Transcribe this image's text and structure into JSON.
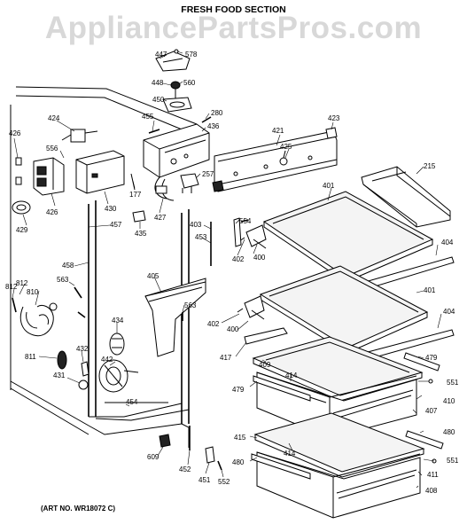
{
  "watermark": "AppliancePartsPros.com",
  "section_title": "FRESH FOOD SECTION",
  "art_number": "(ART NO. WR18072 C)",
  "part_labels": [
    {
      "id": "p447",
      "text": "447"
    },
    {
      "id": "p578",
      "text": "578"
    },
    {
      "id": "p448",
      "text": "448"
    },
    {
      "id": "p560",
      "text": "560"
    },
    {
      "id": "p450",
      "text": "450"
    },
    {
      "id": "p280",
      "text": "280"
    },
    {
      "id": "p424",
      "text": "424"
    },
    {
      "id": "p455",
      "text": "455"
    },
    {
      "id": "p436",
      "text": "436"
    },
    {
      "id": "p421",
      "text": "421"
    },
    {
      "id": "p423",
      "text": "423"
    },
    {
      "id": "p426a",
      "text": "426"
    },
    {
      "id": "p556",
      "text": "556"
    },
    {
      "id": "p425",
      "text": "425"
    },
    {
      "id": "p215",
      "text": "215"
    },
    {
      "id": "p257",
      "text": "257"
    },
    {
      "id": "p177",
      "text": "177"
    },
    {
      "id": "p426b",
      "text": "426"
    },
    {
      "id": "p430",
      "text": "430"
    },
    {
      "id": "p427",
      "text": "427"
    },
    {
      "id": "p401a",
      "text": "401"
    },
    {
      "id": "p429",
      "text": "429"
    },
    {
      "id": "p457",
      "text": "457"
    },
    {
      "id": "p435",
      "text": "435"
    },
    {
      "id": "p403",
      "text": "403"
    },
    {
      "id": "p554",
      "text": "554"
    },
    {
      "id": "p453",
      "text": "453"
    },
    {
      "id": "p404a",
      "text": "404"
    },
    {
      "id": "p402a",
      "text": "402"
    },
    {
      "id": "p400a",
      "text": "400"
    },
    {
      "id": "p458",
      "text": "458"
    },
    {
      "id": "p405",
      "text": "405"
    },
    {
      "id": "p812a",
      "text": "812"
    },
    {
      "id": "p563a",
      "text": "563"
    },
    {
      "id": "p812b",
      "text": "812"
    },
    {
      "id": "p810",
      "text": "810"
    },
    {
      "id": "p401b",
      "text": "401"
    },
    {
      "id": "p563b",
      "text": "563"
    },
    {
      "id": "p404b",
      "text": "404"
    },
    {
      "id": "p434",
      "text": "434"
    },
    {
      "id": "p402b",
      "text": "402"
    },
    {
      "id": "p400b",
      "text": "400"
    },
    {
      "id": "p811",
      "text": "811"
    },
    {
      "id": "p432",
      "text": "432"
    },
    {
      "id": "p417",
      "text": "417"
    },
    {
      "id": "p409",
      "text": "409"
    },
    {
      "id": "p479a",
      "text": "479"
    },
    {
      "id": "p442",
      "text": "442"
    },
    {
      "id": "p414a",
      "text": "414"
    },
    {
      "id": "p431",
      "text": "431"
    },
    {
      "id": "p479b",
      "text": "479"
    },
    {
      "id": "p551a",
      "text": "551"
    },
    {
      "id": "p410",
      "text": "410"
    },
    {
      "id": "p454",
      "text": "454"
    },
    {
      "id": "p407",
      "text": "407"
    },
    {
      "id": "p415",
      "text": "415"
    },
    {
      "id": "p480a",
      "text": "480"
    },
    {
      "id": "p414b",
      "text": "414"
    },
    {
      "id": "p609",
      "text": "609"
    },
    {
      "id": "p452",
      "text": "452"
    },
    {
      "id": "p480b",
      "text": "480"
    },
    {
      "id": "p551b",
      "text": "551"
    },
    {
      "id": "p451",
      "text": "451"
    },
    {
      "id": "p552",
      "text": "552"
    },
    {
      "id": "p411",
      "text": "411"
    },
    {
      "id": "p408",
      "text": "408"
    }
  ]
}
